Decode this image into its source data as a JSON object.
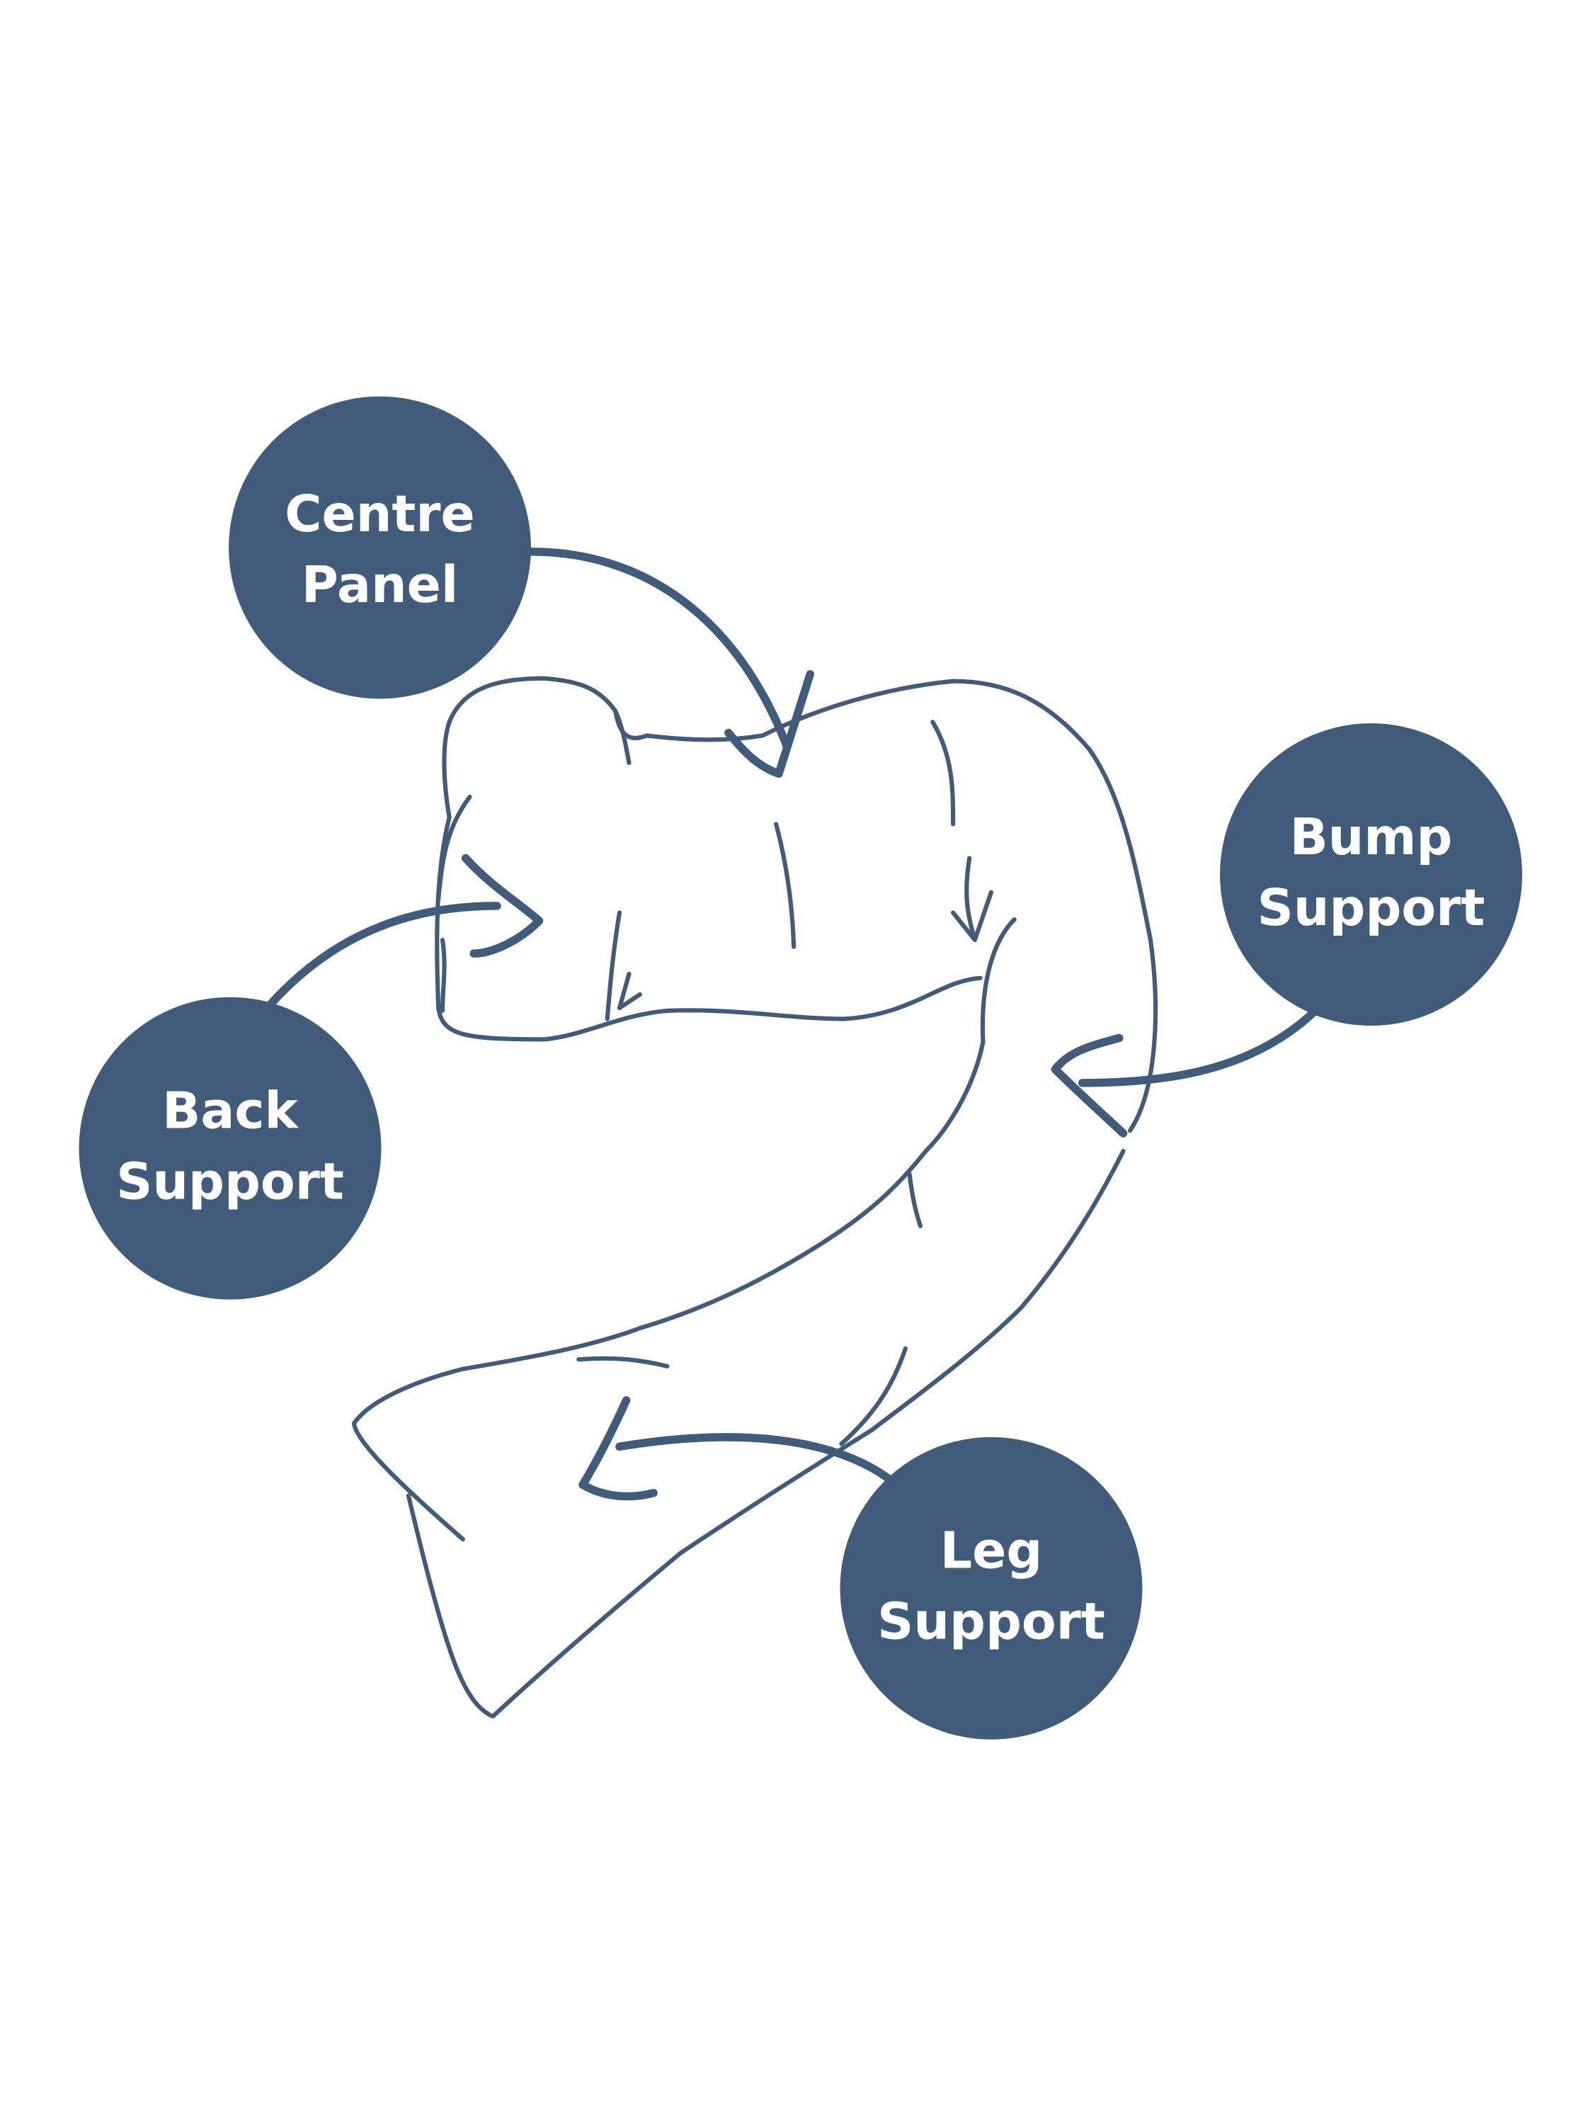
{
  "accent_color": "#415c7a",
  "labels": {
    "centre": [
      "Centre",
      "Panel"
    ],
    "bump": [
      "Bump",
      "Support"
    ],
    "back": [
      "Back",
      "Support"
    ],
    "leg": [
      "Leg",
      "Support"
    ]
  }
}
